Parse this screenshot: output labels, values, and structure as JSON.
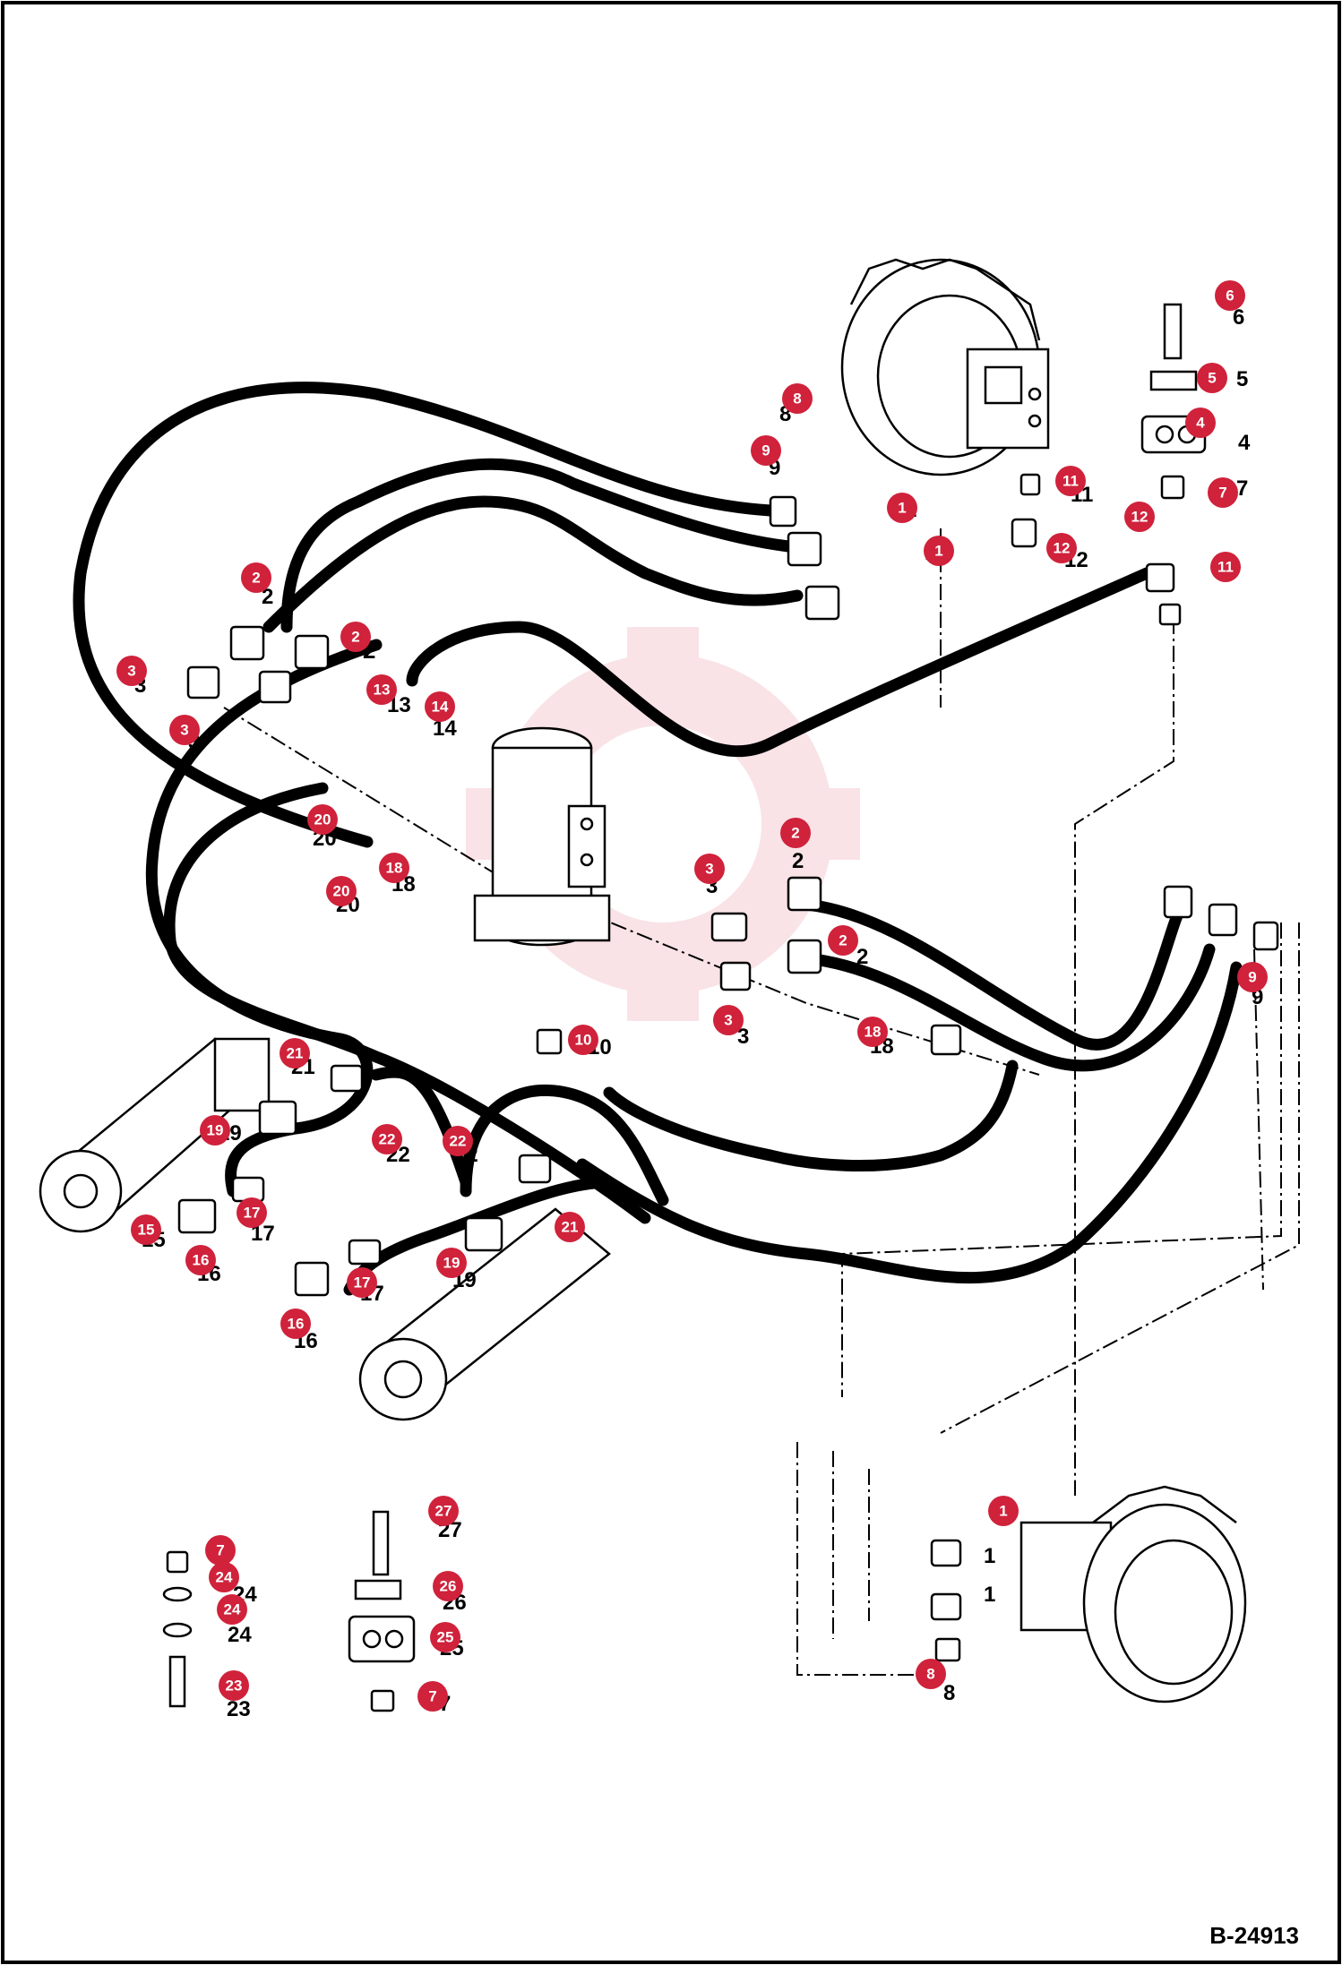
{
  "figure_code": "B-24913",
  "callout_color": "#d0223b",
  "callouts": [
    {
      "label": "6"
    },
    {
      "label": "5"
    },
    {
      "label": "4"
    },
    {
      "label": "7"
    },
    {
      "label": "8"
    },
    {
      "label": "9"
    },
    {
      "label": "1"
    },
    {
      "label": "1"
    },
    {
      "label": "11"
    },
    {
      "label": "12"
    },
    {
      "label": "12"
    },
    {
      "label": "11"
    },
    {
      "label": "2"
    },
    {
      "label": "2"
    },
    {
      "label": "3"
    },
    {
      "label": "3"
    },
    {
      "label": "13"
    },
    {
      "label": "14"
    },
    {
      "label": "20"
    },
    {
      "label": "18"
    },
    {
      "label": "20"
    },
    {
      "label": "2"
    },
    {
      "label": "3"
    },
    {
      "label": "2"
    },
    {
      "label": "3"
    },
    {
      "label": "10"
    },
    {
      "label": "18"
    },
    {
      "label": "9"
    },
    {
      "label": "21"
    },
    {
      "label": "19"
    },
    {
      "label": "22"
    },
    {
      "label": "22"
    },
    {
      "label": "15"
    },
    {
      "label": "17"
    },
    {
      "label": "16"
    },
    {
      "label": "21"
    },
    {
      "label": "19"
    },
    {
      "label": "17"
    },
    {
      "label": "16"
    },
    {
      "label": "1"
    },
    {
      "label": "8"
    },
    {
      "label": "7"
    },
    {
      "label": "24"
    },
    {
      "label": "24"
    },
    {
      "label": "23"
    },
    {
      "label": "27"
    },
    {
      "label": "26"
    },
    {
      "label": "25"
    },
    {
      "label": "7"
    }
  ],
  "ref_numbers": [
    {
      "label": "6"
    },
    {
      "label": "5"
    },
    {
      "label": "4"
    },
    {
      "label": "7"
    },
    {
      "label": "8"
    },
    {
      "label": "9"
    },
    {
      "label": "1"
    },
    {
      "label": "11"
    },
    {
      "label": "12"
    },
    {
      "label": "2"
    },
    {
      "label": "1"
    },
    {
      "label": "2"
    },
    {
      "label": "2"
    },
    {
      "label": "3"
    },
    {
      "label": "3"
    },
    {
      "label": "13"
    },
    {
      "label": "14"
    },
    {
      "label": "20"
    },
    {
      "label": "18"
    },
    {
      "label": "20"
    },
    {
      "label": "2"
    },
    {
      "label": "3"
    },
    {
      "label": "2"
    },
    {
      "label": "3"
    },
    {
      "label": "10"
    },
    {
      "label": "18"
    },
    {
      "label": "9"
    },
    {
      "label": "21"
    },
    {
      "label": "19"
    },
    {
      "label": "22"
    },
    {
      "label": "22"
    },
    {
      "label": "15"
    },
    {
      "label": "17"
    },
    {
      "label": "16"
    },
    {
      "label": "19"
    },
    {
      "label": "17"
    },
    {
      "label": "16"
    },
    {
      "label": "1"
    },
    {
      "label": "1"
    },
    {
      "label": "8"
    },
    {
      "label": "24"
    },
    {
      "label": "24"
    },
    {
      "label": "23"
    },
    {
      "label": "27"
    },
    {
      "label": "26"
    },
    {
      "label": "25"
    },
    {
      "label": "7"
    }
  ]
}
